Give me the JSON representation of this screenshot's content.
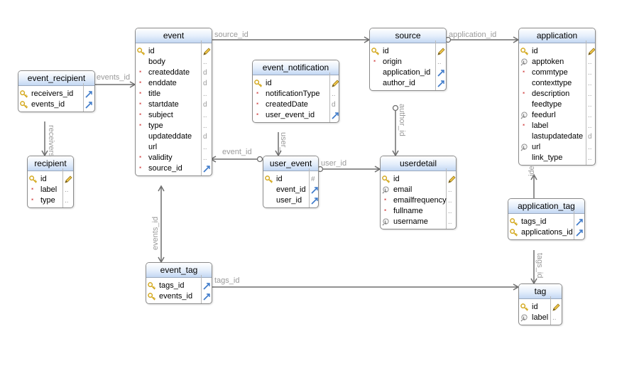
{
  "entities": {
    "event_recipient": {
      "title": "event_recipient",
      "attributes": [
        {
          "name": "receivers_id",
          "key": "pk",
          "type_icon": "link-icon"
        },
        {
          "name": "events_id",
          "key": "pk",
          "type_icon": "link-icon"
        }
      ]
    },
    "recipient": {
      "title": "recipient",
      "attributes": [
        {
          "name": "id",
          "key": "pk",
          "type_icon": "pencil-icon",
          "type_text": ""
        },
        {
          "name": "label",
          "key": "required",
          "type_text": ".."
        },
        {
          "name": "type",
          "key": "required",
          "type_text": ".."
        }
      ]
    },
    "event": {
      "title": "event",
      "attributes": [
        {
          "name": "id",
          "key": "pk",
          "type_icon": "pencil-icon"
        },
        {
          "name": "body",
          "key": "",
          "type_text": ".."
        },
        {
          "name": "createddate",
          "key": "required",
          "type_text": "d"
        },
        {
          "name": "enddate",
          "key": "required",
          "type_text": "d"
        },
        {
          "name": "title",
          "key": "required",
          "type_text": ".."
        },
        {
          "name": "startdate",
          "key": "required",
          "type_text": "d"
        },
        {
          "name": "subject",
          "key": "required",
          "type_text": ".."
        },
        {
          "name": "type",
          "key": "required",
          "type_text": ".."
        },
        {
          "name": "updateddate",
          "key": "",
          "type_text": "d"
        },
        {
          "name": "url",
          "key": "",
          "type_text": ".."
        },
        {
          "name": "validity",
          "key": "required",
          "type_text": ".."
        },
        {
          "name": "source_id",
          "key": "required",
          "type_icon": "link-icon"
        }
      ]
    },
    "event_notification": {
      "title": "event_notification",
      "attributes": [
        {
          "name": "id",
          "key": "pk",
          "type_icon": "pencil-icon"
        },
        {
          "name": "notificationType",
          "key": "required",
          "type_text": ".."
        },
        {
          "name": "createdDate",
          "key": "required",
          "type_text": "d"
        },
        {
          "name": "user_event_id",
          "key": "required",
          "type_icon": "link-icon"
        }
      ]
    },
    "source": {
      "title": "source",
      "attributes": [
        {
          "name": "id",
          "key": "pk",
          "type_icon": "pencil-icon"
        },
        {
          "name": "origin",
          "key": "required",
          "type_text": ".."
        },
        {
          "name": "application_id",
          "key": "",
          "type_icon": "link-icon"
        },
        {
          "name": "author_id",
          "key": "",
          "type_icon": "link-icon"
        }
      ]
    },
    "user_event": {
      "title": "user_event",
      "attributes": [
        {
          "name": "id",
          "key": "pk",
          "type_text": "#"
        },
        {
          "name": "event_id",
          "key": "",
          "type_icon": "link-icon"
        },
        {
          "name": "user_id",
          "key": "",
          "type_icon": "link-icon"
        }
      ]
    },
    "userdetail": {
      "title": "userdetail",
      "attributes": [
        {
          "name": "id",
          "key": "pk",
          "type_icon": "pencil-icon"
        },
        {
          "name": "email",
          "key": "index",
          "type_text": ".."
        },
        {
          "name": "emailfrequency",
          "key": "required",
          "type_text": ".."
        },
        {
          "name": "fullname",
          "key": "required",
          "type_text": ".."
        },
        {
          "name": "username",
          "key": "index",
          "type_text": ".."
        }
      ]
    },
    "application": {
      "title": "application",
      "attributes": [
        {
          "name": "id",
          "key": "pk",
          "type_icon": "pencil-icon"
        },
        {
          "name": "apptoken",
          "key": "index",
          "type_text": ".."
        },
        {
          "name": "commtype",
          "key": "required",
          "type_text": ".."
        },
        {
          "name": "contexttype",
          "key": "",
          "type_text": ".."
        },
        {
          "name": "description",
          "key": "required",
          "type_text": ".."
        },
        {
          "name": "feedtype",
          "key": "",
          "type_text": ".."
        },
        {
          "name": "feedurl",
          "key": "index",
          "type_text": ".."
        },
        {
          "name": "label",
          "key": "required",
          "type_text": ".."
        },
        {
          "name": "lastupdatedate",
          "key": "",
          "type_text": "d"
        },
        {
          "name": "url",
          "key": "index",
          "type_text": ".."
        },
        {
          "name": "link_type",
          "key": "",
          "type_text": ".."
        }
      ]
    },
    "application_tag": {
      "title": "application_tag",
      "attributes": [
        {
          "name": "tags_id",
          "key": "pk",
          "type_icon": "link-icon"
        },
        {
          "name": "applications_id",
          "key": "pk",
          "type_icon": "link-icon"
        }
      ]
    },
    "event_tag": {
      "title": "event_tag",
      "attributes": [
        {
          "name": "tags_id",
          "key": "pk",
          "type_icon": "link-icon"
        },
        {
          "name": "events_id",
          "key": "pk",
          "type_icon": "link-icon"
        }
      ]
    },
    "tag": {
      "title": "tag",
      "attributes": [
        {
          "name": "id",
          "key": "pk",
          "type_icon": "pencil-icon"
        },
        {
          "name": "label",
          "key": "index",
          "type_text": ".."
        }
      ]
    }
  },
  "relationships": [
    {
      "id": "event-source",
      "from": "event",
      "to": "source",
      "label": "source_id"
    },
    {
      "id": "source-application",
      "from": "source",
      "to": "application",
      "label": "application_id"
    },
    {
      "id": "event_recipient-event",
      "from": "event_recipient",
      "to": "event",
      "label": "events_id"
    },
    {
      "id": "event_recipient-recipient",
      "from": "event_recipient",
      "to": "recipient",
      "label": "receivers"
    },
    {
      "id": "source-userdetail",
      "from": "source",
      "to": "userdetail",
      "label": "author_id"
    },
    {
      "id": "user_event-event",
      "from": "user_event",
      "to": "event",
      "label": "event_id"
    },
    {
      "id": "event_notification-user_event",
      "from": "event_notification",
      "to": "user_event",
      "label": "user_"
    },
    {
      "id": "user_event-userdetail",
      "from": "user_event",
      "to": "userdetail",
      "label": "user_id"
    },
    {
      "id": "event_tag-event",
      "from": "event_tag",
      "to": "event",
      "label": "events_id"
    },
    {
      "id": "event_tag-tag",
      "from": "event_tag",
      "to": "tag",
      "label": "tags_id"
    },
    {
      "id": "application_tag-tag",
      "from": "application_tag",
      "to": "tag",
      "label": "tags_id"
    },
    {
      "id": "application_tag-application",
      "from": "application_tag",
      "to": "application",
      "label": "ide"
    }
  ],
  "colors": {
    "edge": "#6e6e6e",
    "label": "#9a9a9a",
    "key": "#d4a91f",
    "link": "#3a78c9",
    "required": "#d04040"
  }
}
